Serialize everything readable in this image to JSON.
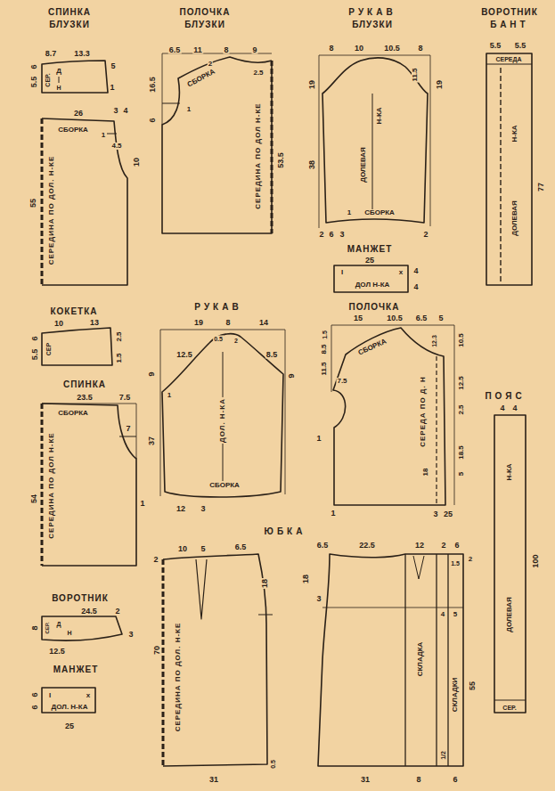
{
  "diagram": {
    "labels": [
      "СПИНКА",
      "БЛУЗКИ",
      "8.7",
      "13.3",
      "5.5",
      "6",
      "5",
      "1",
      "СЕР.",
      "Д",
      "Н",
      "26",
      "3",
      "4",
      "СБОРКА",
      "1",
      "4.5",
      "10",
      "55",
      "СЕРЕДИНА ПО ДОЛ. Н-КЕ",
      "ПОЛОЧКА",
      "БЛУЗКИ",
      "6.5",
      "11",
      "8",
      "9",
      "16.5",
      "6",
      "1",
      "СБОРКА",
      "2",
      "2.5",
      "СЕРЕДИНА ПО ДОЛ Н-КЕ",
      "53.5",
      "РУКАВ",
      "БЛУЗКИ",
      "8",
      "10",
      "10.5",
      "8",
      "19",
      "38",
      "11.5",
      "19",
      "Н-КА",
      "ДОЛЕВАЯ",
      "1",
      "СБОРКА",
      "2",
      "6",
      "3",
      "2",
      "МАНЖЕТ",
      "25",
      "I",
      "x",
      "4",
      "4",
      "ДОЛ Н-КА",
      "ВОРОТНИК",
      "БАНТ",
      "5.5",
      "5.5",
      "СЕРЕДА",
      "Н-КА",
      "ДОЛЕВАЯ",
      "77",
      "КОКЕТКА",
      "10",
      "13",
      "6",
      "5.5",
      "2.5",
      "1.5",
      "СЕР",
      "СПИНКА",
      "23.5",
      "7.5",
      "СБОРКА",
      "7",
      "54",
      "1",
      "СЕРЕДИНА ПО ДОЛ Н-КЕ",
      "ВОРОТНИК",
      "24.5",
      "2",
      "8",
      "СЕР.",
      "Д",
      "Н",
      "3",
      "12.5",
      "МАНЖЕТ",
      "6",
      "6",
      "I",
      "x",
      "ДОЛ. Н-КА",
      "25",
      "РУКАВ",
      "19",
      "8",
      "14",
      "0.5",
      "2",
      "12.5",
      "8.5",
      "9",
      "37",
      "9",
      "1",
      "ДОЛ. Н-КА",
      "СБОРКА",
      "12",
      "3",
      "ПОЛОЧКА",
      "15",
      "10.5",
      "6.5",
      "5",
      "1.5",
      "8.5",
      "11.5",
      "7.5",
      "1",
      "12.3",
      "10.5",
      "12.5",
      "2.5",
      "18.5",
      "5",
      "18",
      "СБОРКА",
      "СЕРЕДА ПО Д. Н",
      "1",
      "3",
      "25",
      "ПОЯС",
      "4",
      "4",
      "Н-КА",
      "ДОЛЕВАЯ",
      "100",
      "СЕР.",
      "ЮБКА",
      "10",
      "5",
      "6.5",
      "2",
      "18",
      "70",
      "СЕРЕДИНА ПО ДОЛ. Н-КЕ",
      "31",
      "0.5",
      "6.5",
      "22.5",
      "12",
      "2",
      "6",
      "2",
      "1.5",
      "18",
      "3",
      "4",
      "5",
      "55",
      "СКЛАДКА",
      "СКЛАДКИ",
      "1/2",
      "31",
      "8",
      "6"
    ]
  }
}
